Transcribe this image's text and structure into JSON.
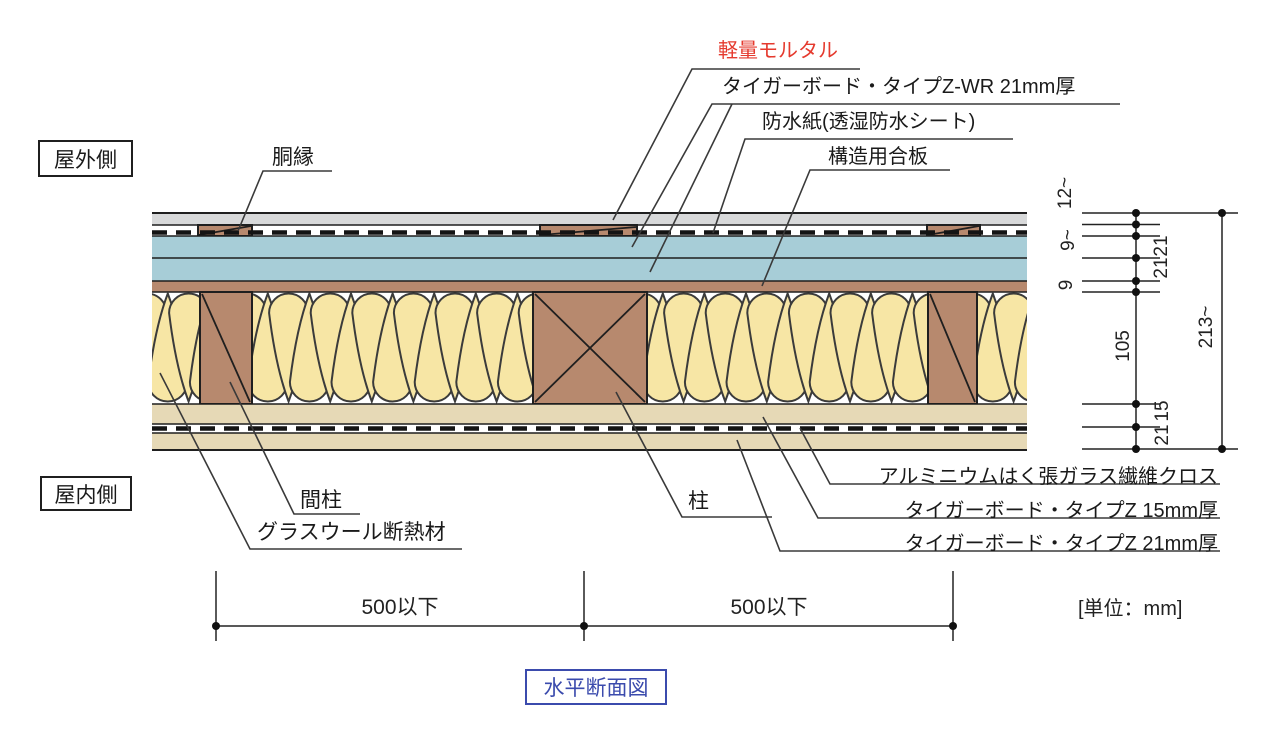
{
  "title": "水平断面図",
  "side_labels": {
    "outdoor": "屋外側",
    "indoor": "屋内側"
  },
  "layer_labels": {
    "mortar": "軽量モルタル",
    "tiger_zwr": "タイガーボード・タイプZ-WR 21mm厚",
    "waterproof": "防水紙(透湿防水シート)",
    "plywood": "構造用合板",
    "furring": "胴縁",
    "stud": "間柱",
    "pillar": "柱",
    "glasswool": "グラスウール断熱材",
    "alumi_cloth": "アルミニウムはく張ガラス繊維クロス",
    "tiger_z15": "タイガーボード・タイプZ 15mm厚",
    "tiger_z21": "タイガーボード・タイプZ 21mm厚"
  },
  "dimensions": {
    "mortar": "12~",
    "vent": "9~",
    "board21_a": "21",
    "board21_b": "21",
    "plywood": "9",
    "cavity": "105",
    "z15": "15",
    "z21": "21",
    "total": "213~",
    "span_left": "500以下",
    "span_right": "500以下",
    "unit": "[単位：mm]"
  },
  "colors": {
    "mortar": "#d8d9da",
    "board_blue": "#a7cdd7",
    "wood_brown": "#b7896e",
    "insulation": "#f7e6a5",
    "gypsum_tan": "#e6d9b6",
    "line": "#1f1f1f",
    "leader": "#3a3a3a",
    "accent_red": "#e53a2e",
    "title_blue": "#3b4bad",
    "dim": "#222222"
  }
}
